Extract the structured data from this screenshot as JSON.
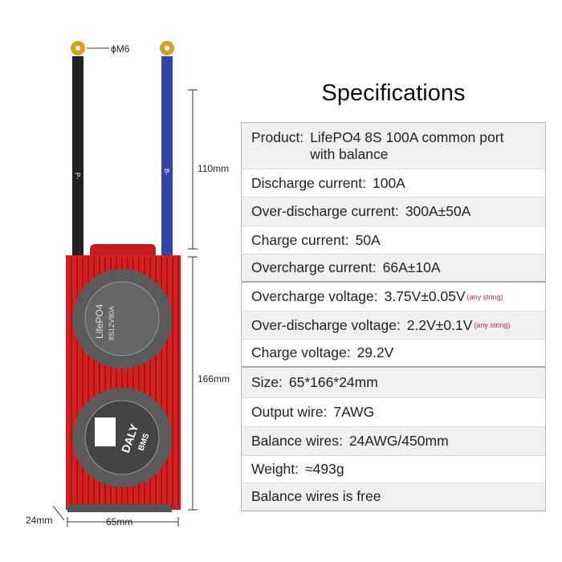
{
  "title": "Specifications",
  "dimensions": {
    "terminal": "ϕM6",
    "wire_length": "110mm",
    "length": "166mm",
    "width": "65mm",
    "thickness": "24mm"
  },
  "product_labels": {
    "fan_text": "LifePO4",
    "model": "8S12V80A",
    "brand": "DALY",
    "bms": "BMS",
    "wire_neg": "P-",
    "wire_b": "B-"
  },
  "specs": [
    {
      "label": "Product:",
      "value": "LifePO4 8S 100A common port",
      "value2": "with balance"
    },
    {
      "label": "Discharge current:",
      "value": "100A"
    },
    {
      "label": "Over-discharge current:",
      "value": "300A±50A"
    },
    {
      "label": "Charge current:",
      "value": "50A"
    },
    {
      "label": "Overcharge current:",
      "value": "66A±10A"
    },
    {
      "label": "Overcharge voltage:",
      "value": "3.75V±0.05V",
      "note": "(any string)"
    },
    {
      "label": "Over-discharge voltage:",
      "value": "2.2V±0.1V",
      "note": "(any string)"
    },
    {
      "label": "Charge voltage:",
      "value": "29.2V"
    },
    {
      "label": "Size:",
      "value": "65*166*24mm"
    },
    {
      "label": "Output wire:",
      "value": "7AWG"
    },
    {
      "label": "Balance wires:",
      "value": "24AWG/450mm"
    },
    {
      "label": "Weight:",
      "value": "≈493g"
    },
    {
      "label": "Balance wires is free",
      "value": ""
    }
  ],
  "colors": {
    "body": "#d42020",
    "fan": "#555555",
    "wire_pos": "#3344aa",
    "wire_neg": "#222222",
    "lug": "#d4a020"
  }
}
